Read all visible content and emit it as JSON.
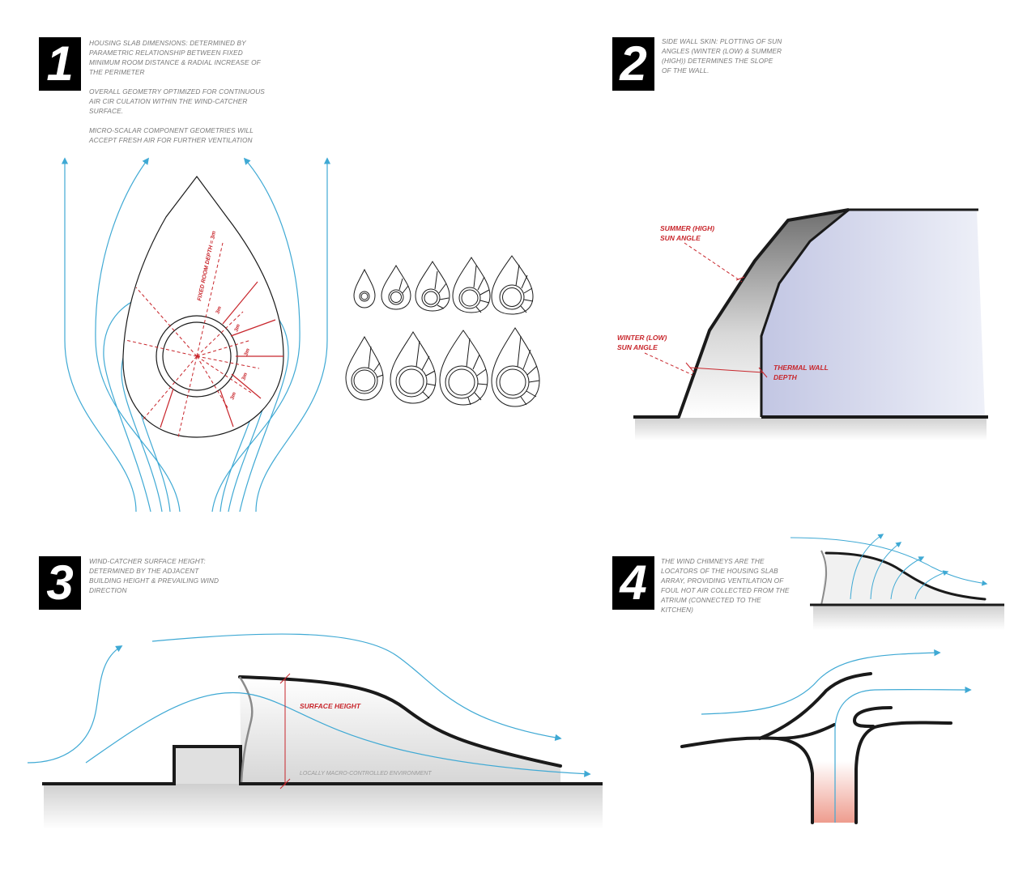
{
  "colors": {
    "wind": "#3fa9d4",
    "annotation": "#c8262c",
    "outline": "#1a1a1a",
    "note_text": "#7a7a7a",
    "ground_shade": "#d9d9d9",
    "glass_fill": "#c7cbe6",
    "chimney_warm": "#f0a99b"
  },
  "steps": [
    {
      "number": "1",
      "notes": [
        "HOUSING SLAB DIMENSIONS: DETERMINED BY PARAMETRIC RELATIONSHIP BETWEEN FIXED MINIMUM ROOM DISTANCE & RADIAL INCREASE OF THE PERIMETER",
        "OVERALL GEOMETRY OPTIMIZED FOR CONTINUOUS AIR CIR CULATION WITHIN THE WIND-CATCHER SURFACE.",
        "MICRO-SCALAR COMPONENT GEOMETRIES WILL ACCEPT FRESH AIR FOR FURTHER VENTILATION"
      ],
      "labels": {
        "fixed_depth": "FIXED ROOM DEPTH = 3m",
        "dims": [
          "3m",
          "3m",
          "3m",
          "3m",
          "3m"
        ]
      }
    },
    {
      "number": "2",
      "notes": [
        "SIDE WALL SKIN: PLOTTING OF SUN ANGLES (WINTER (LOW) & SUMMER (HIGH)) DETERMINES THE SLOPE OF THE WALL."
      ],
      "labels": {
        "summer_line1": "SUMMER (HIGH)",
        "summer_line2": "SUN ANGLE",
        "winter_line1": "WINTER (LOW)",
        "winter_line2": "SUN ANGLE",
        "thermal_line1": "THERMAL WALL",
        "thermal_line2": "DEPTH"
      }
    },
    {
      "number": "3",
      "notes": [
        "WIND-CATCHER SURFACE HEIGHT: DETERMINED BY THE ADJACENT BUILDING HEIGHT & PREVAILING WIND DIRECTION"
      ],
      "labels": {
        "surface_height": "SURFACE  HEIGHT",
        "environment": "LOCALLY MACRO-CONTROLLED ENVIRONMENT"
      }
    },
    {
      "number": "4",
      "notes": [
        "THE WIND CHIMNEYS ARE THE LOCATORS OF THE HOUSING SLAB ARRAY, PROVIDING VENTILATION OF FOUL HOT AIR COLLECTED FROM THE ATRIUM (CONNECTED TO THE KITCHEN)"
      ]
    }
  ]
}
